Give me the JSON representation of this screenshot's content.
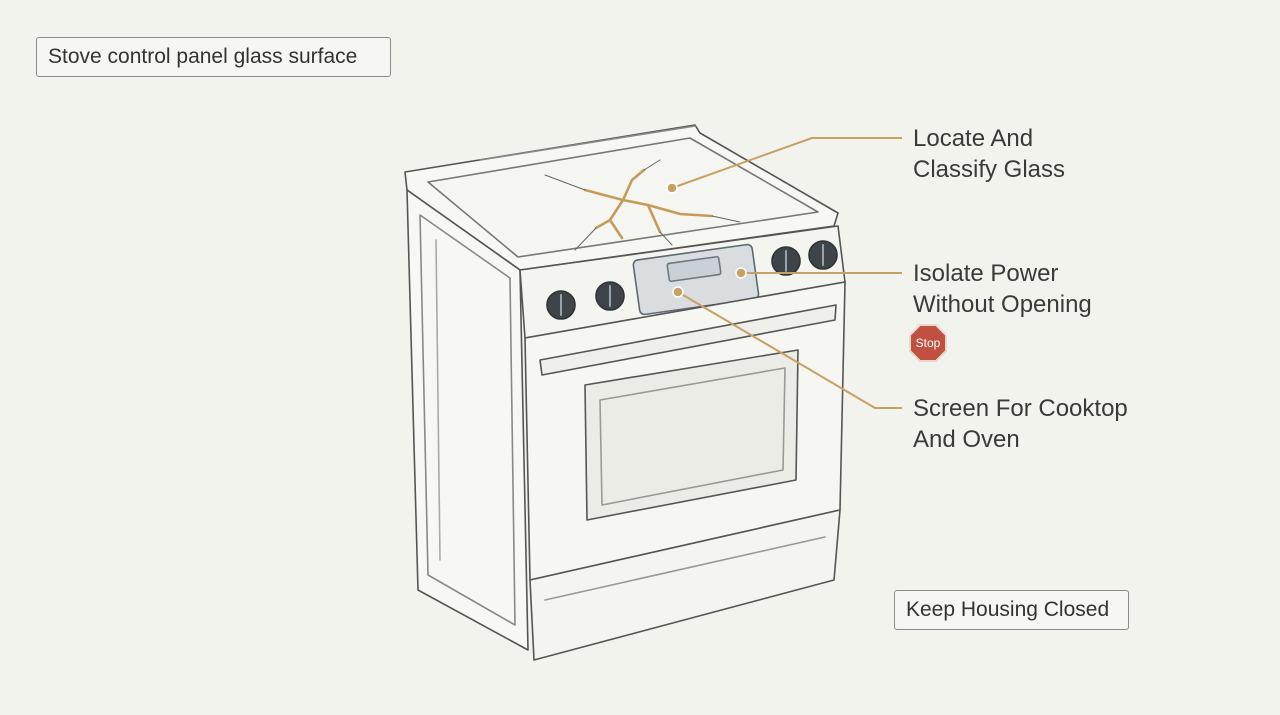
{
  "title": "Stove control panel glass surface",
  "callouts": [
    {
      "line1": "Locate And",
      "line2": "Classify Glass"
    },
    {
      "line1": "Isolate Power",
      "line2": "Without Opening"
    },
    {
      "line1": "Screen For Cooktop",
      "line2": "And Oven"
    }
  ],
  "stop_sign": {
    "label": "Stop",
    "color": "#c0503f"
  },
  "footer_note": "Keep Housing Closed",
  "colors": {
    "leader_line": "#c8a063",
    "crack": "#c79a5a",
    "outline": "#555555",
    "background": "#f3f3ee"
  }
}
